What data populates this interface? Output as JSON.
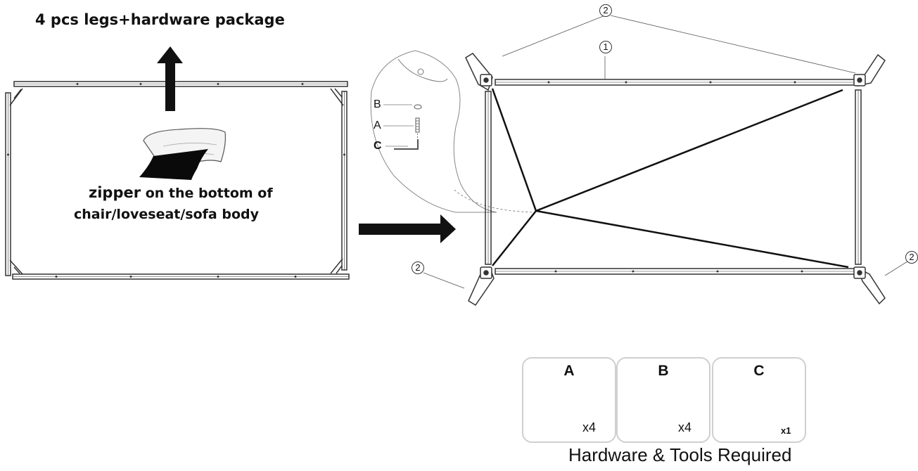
{
  "package_note": "4 pcs legs+hardware package",
  "zipper_note": {
    "word": "zipper",
    "rest": "on the bottom of",
    "line2": "chair/loveseat/sofa body"
  },
  "detail_labels": [
    "B",
    "A",
    "C"
  ],
  "callouts": {
    "frame": "1",
    "leg": "2"
  },
  "hardware": {
    "items": [
      {
        "letter": "A",
        "qty": "x4"
      },
      {
        "letter": "B",
        "qty": "x4"
      },
      {
        "letter": "C",
        "qty": "x1"
      }
    ],
    "caption": "Hardware & Tools Required"
  }
}
